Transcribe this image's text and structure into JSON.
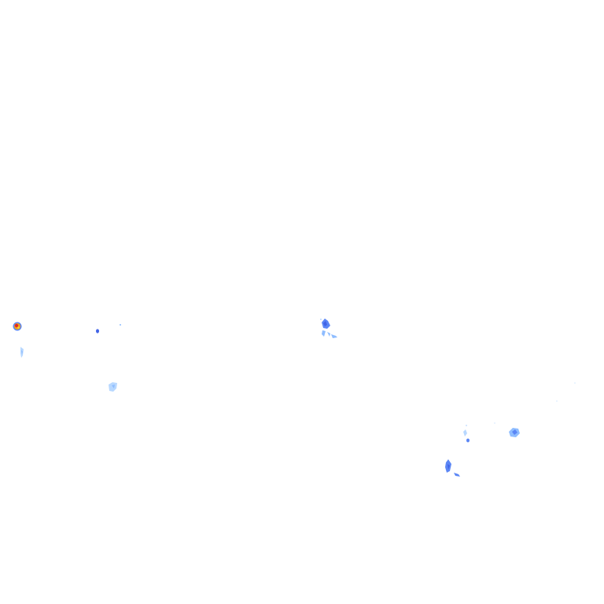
{
  "radar": {
    "layer": "precipitation-echoes",
    "palette": {
      "light": "#b8d8ff",
      "light_mid": "#8fbdff",
      "moderate": "#5b86f5",
      "moderate_dark": "#4163e6",
      "heavy_core_red": "#e0262b",
      "heavy_core_orange": "#f0a21a",
      "heavy_core_yellow": "#f4d43c"
    },
    "cells": [
      {
        "id": "cell-far-west-intense",
        "intensity": "heavy",
        "core": true
      },
      {
        "id": "cell-west-small-1",
        "intensity": "moderate"
      },
      {
        "id": "cell-west-small-2",
        "intensity": "light"
      },
      {
        "id": "cell-west-streak",
        "intensity": "light"
      },
      {
        "id": "cell-southwest",
        "intensity": "light"
      },
      {
        "id": "cell-center",
        "intensity": "moderate"
      },
      {
        "id": "cell-southeast-1",
        "intensity": "light"
      },
      {
        "id": "cell-southeast-2",
        "intensity": "moderate"
      },
      {
        "id": "cell-east",
        "intensity": "moderate"
      },
      {
        "id": "cell-far-southeast",
        "intensity": "moderate"
      }
    ]
  }
}
